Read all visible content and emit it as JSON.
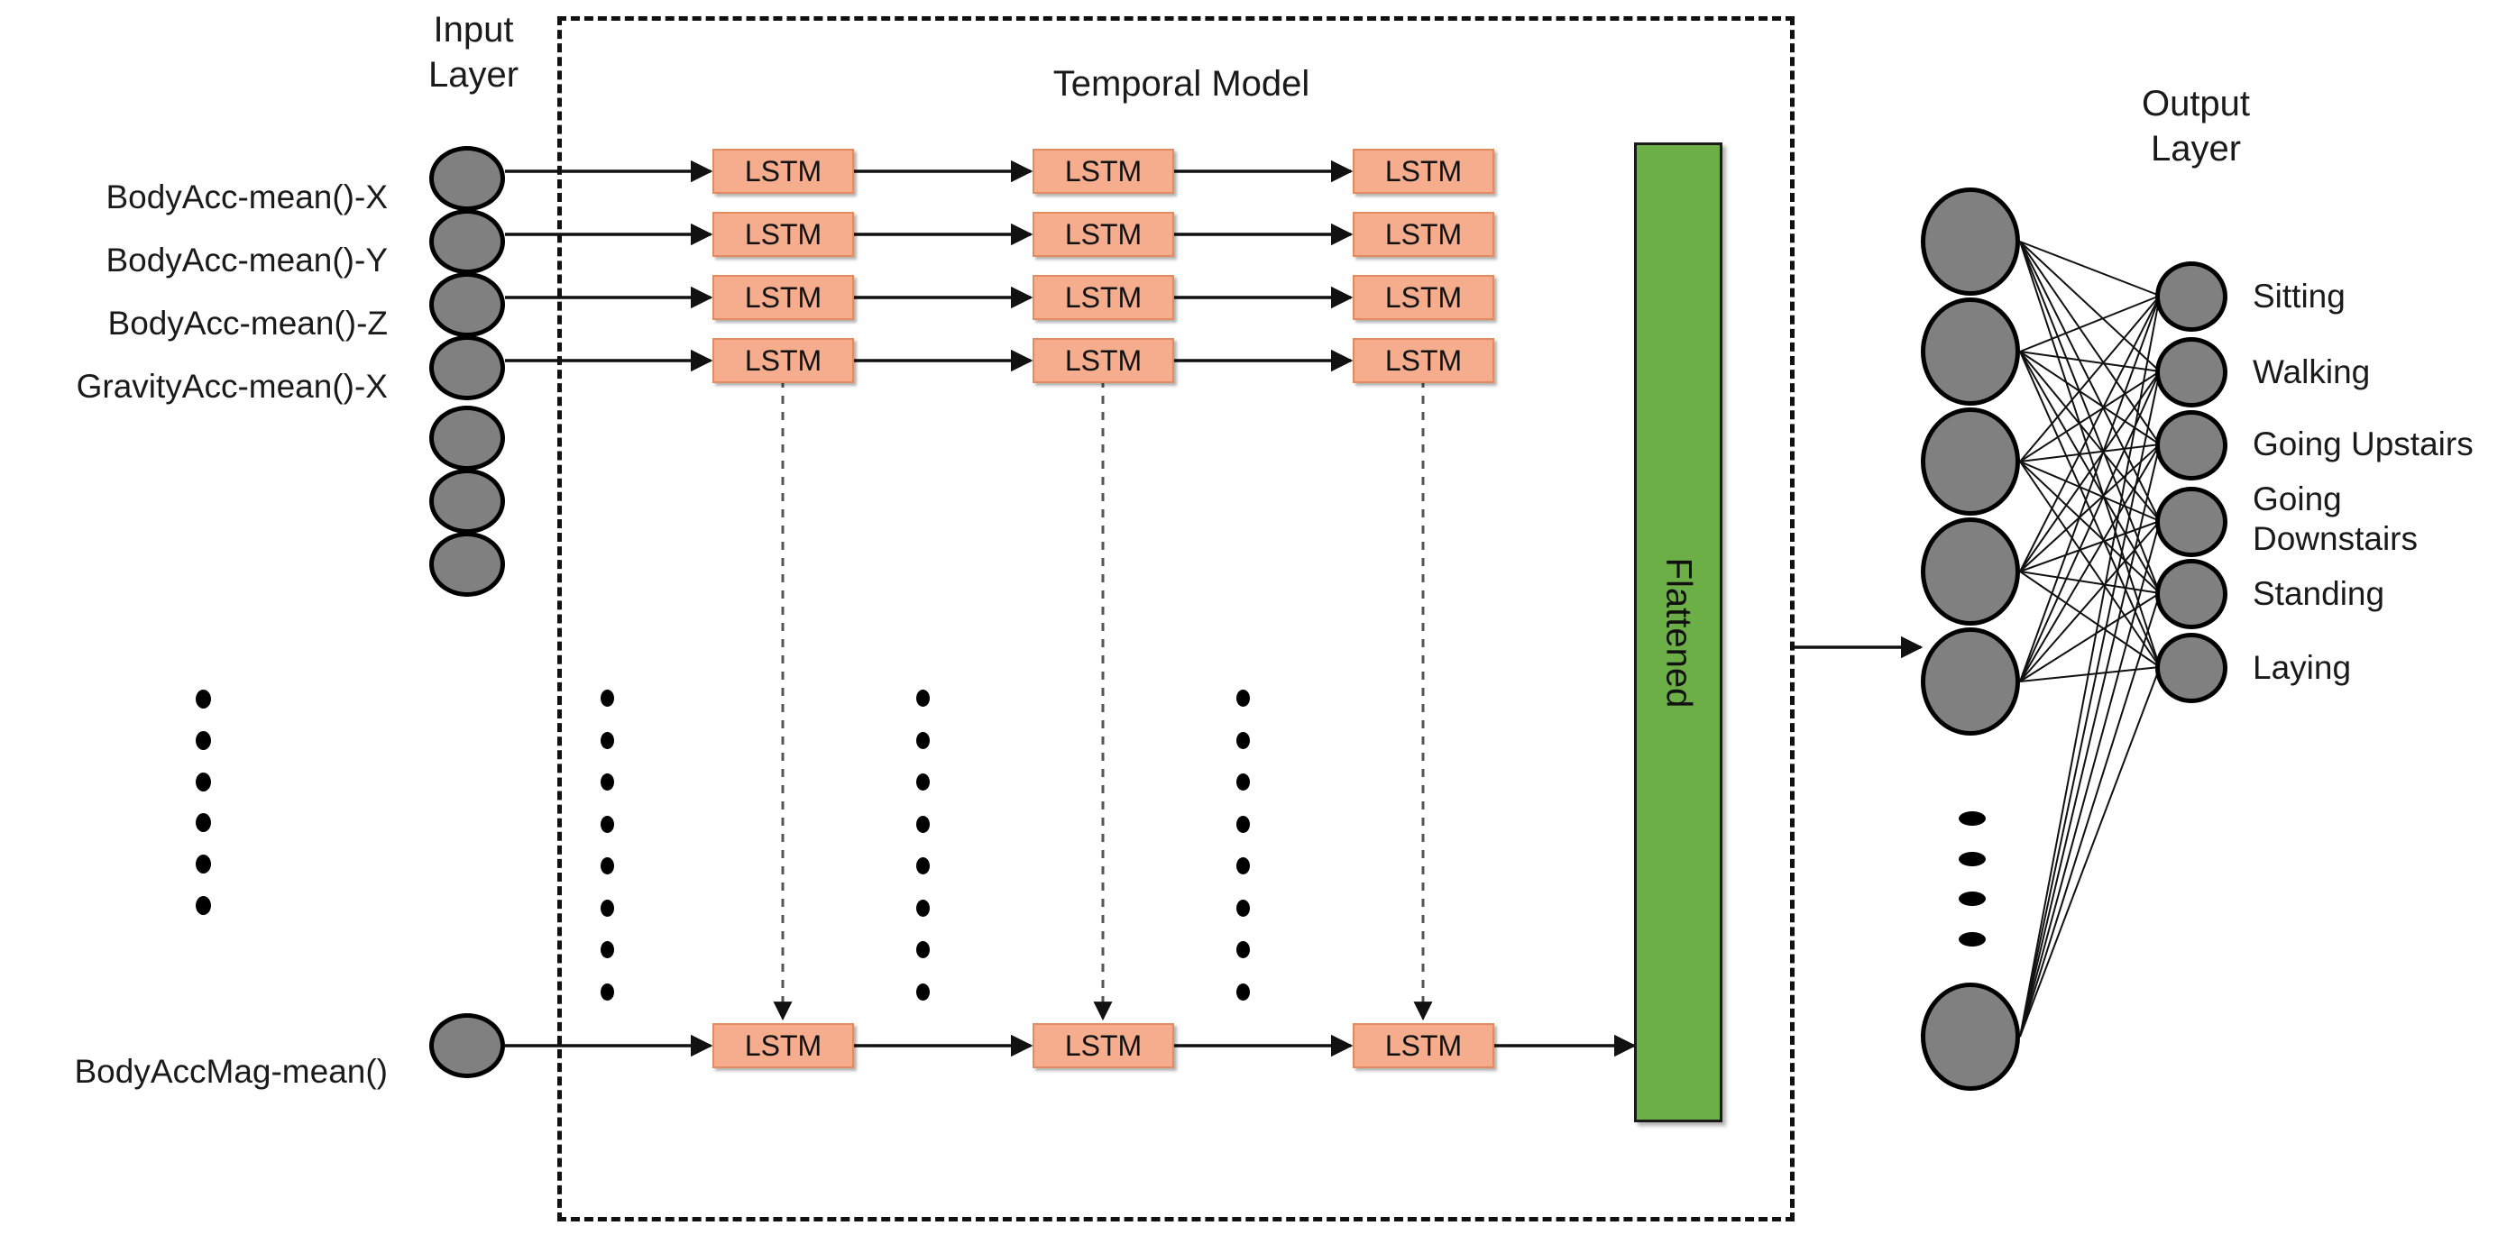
{
  "diagram": {
    "title_input_layer": "Input\nLayer",
    "title_temporal_model": "Temporal Model",
    "title_output_layer": "Output\nLayer",
    "flattened_label": "Flattened",
    "lstm_label": "LSTM",
    "colors": {
      "lstm_fill": "#F5AD8E",
      "lstm_border": "#E38B5E",
      "flattened_fill": "#6DAF47",
      "node_fill": "#808080",
      "node_border": "#000000",
      "edge": "#111111",
      "background": "#FFFFFF"
    },
    "input_features": [
      "BodyAcc-mean()-X",
      "BodyAcc-mean()-Y",
      "BodyAcc-mean()-Z",
      "GravityAcc-mean()-X",
      "",
      "",
      "",
      "BodyAccMag-mean()"
    ],
    "output_classes": [
      "Sitting",
      "Walking",
      "Going Upstairs",
      "Going\nDownstairs",
      "Standing",
      "Laying"
    ],
    "counts": {
      "input_nodes": 8,
      "lstm_columns": 3,
      "lstm_rows_visible": 5,
      "hidden_nodes": 6,
      "output_nodes": 6,
      "ellipsis_dots_per_column": 6
    }
  }
}
